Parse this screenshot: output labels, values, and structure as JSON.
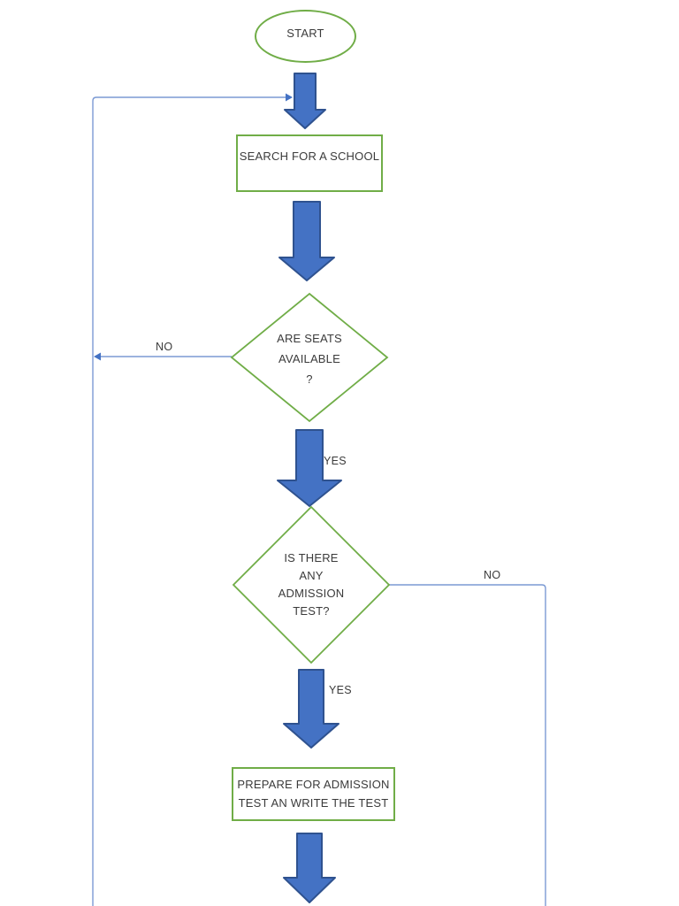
{
  "flowchart": {
    "nodes": {
      "start": "START",
      "search": "SEARCH FOR A SCHOOL",
      "seats": "ARE SEATS\nAVAILABLE\n?",
      "admission": "IS THERE\nANY\nADMISSION\nTEST?",
      "prepare": "PREPARE FOR ADMISSION\nTEST AN WRITE THE TEST"
    },
    "edge_labels": {
      "seats_no": "NO",
      "seats_yes": "YES",
      "admission_no": "NO",
      "admission_yes": "YES"
    },
    "colors": {
      "shape_outline_green": "#70AD47",
      "block_arrow_fill": "#4472C4",
      "block_arrow_stroke": "#2F528F",
      "connector_blue": "#7C9AD4",
      "connector_arrowhead": "#4472C4",
      "text": "#3B3B3B",
      "background": "#FFFFFF"
    }
  }
}
